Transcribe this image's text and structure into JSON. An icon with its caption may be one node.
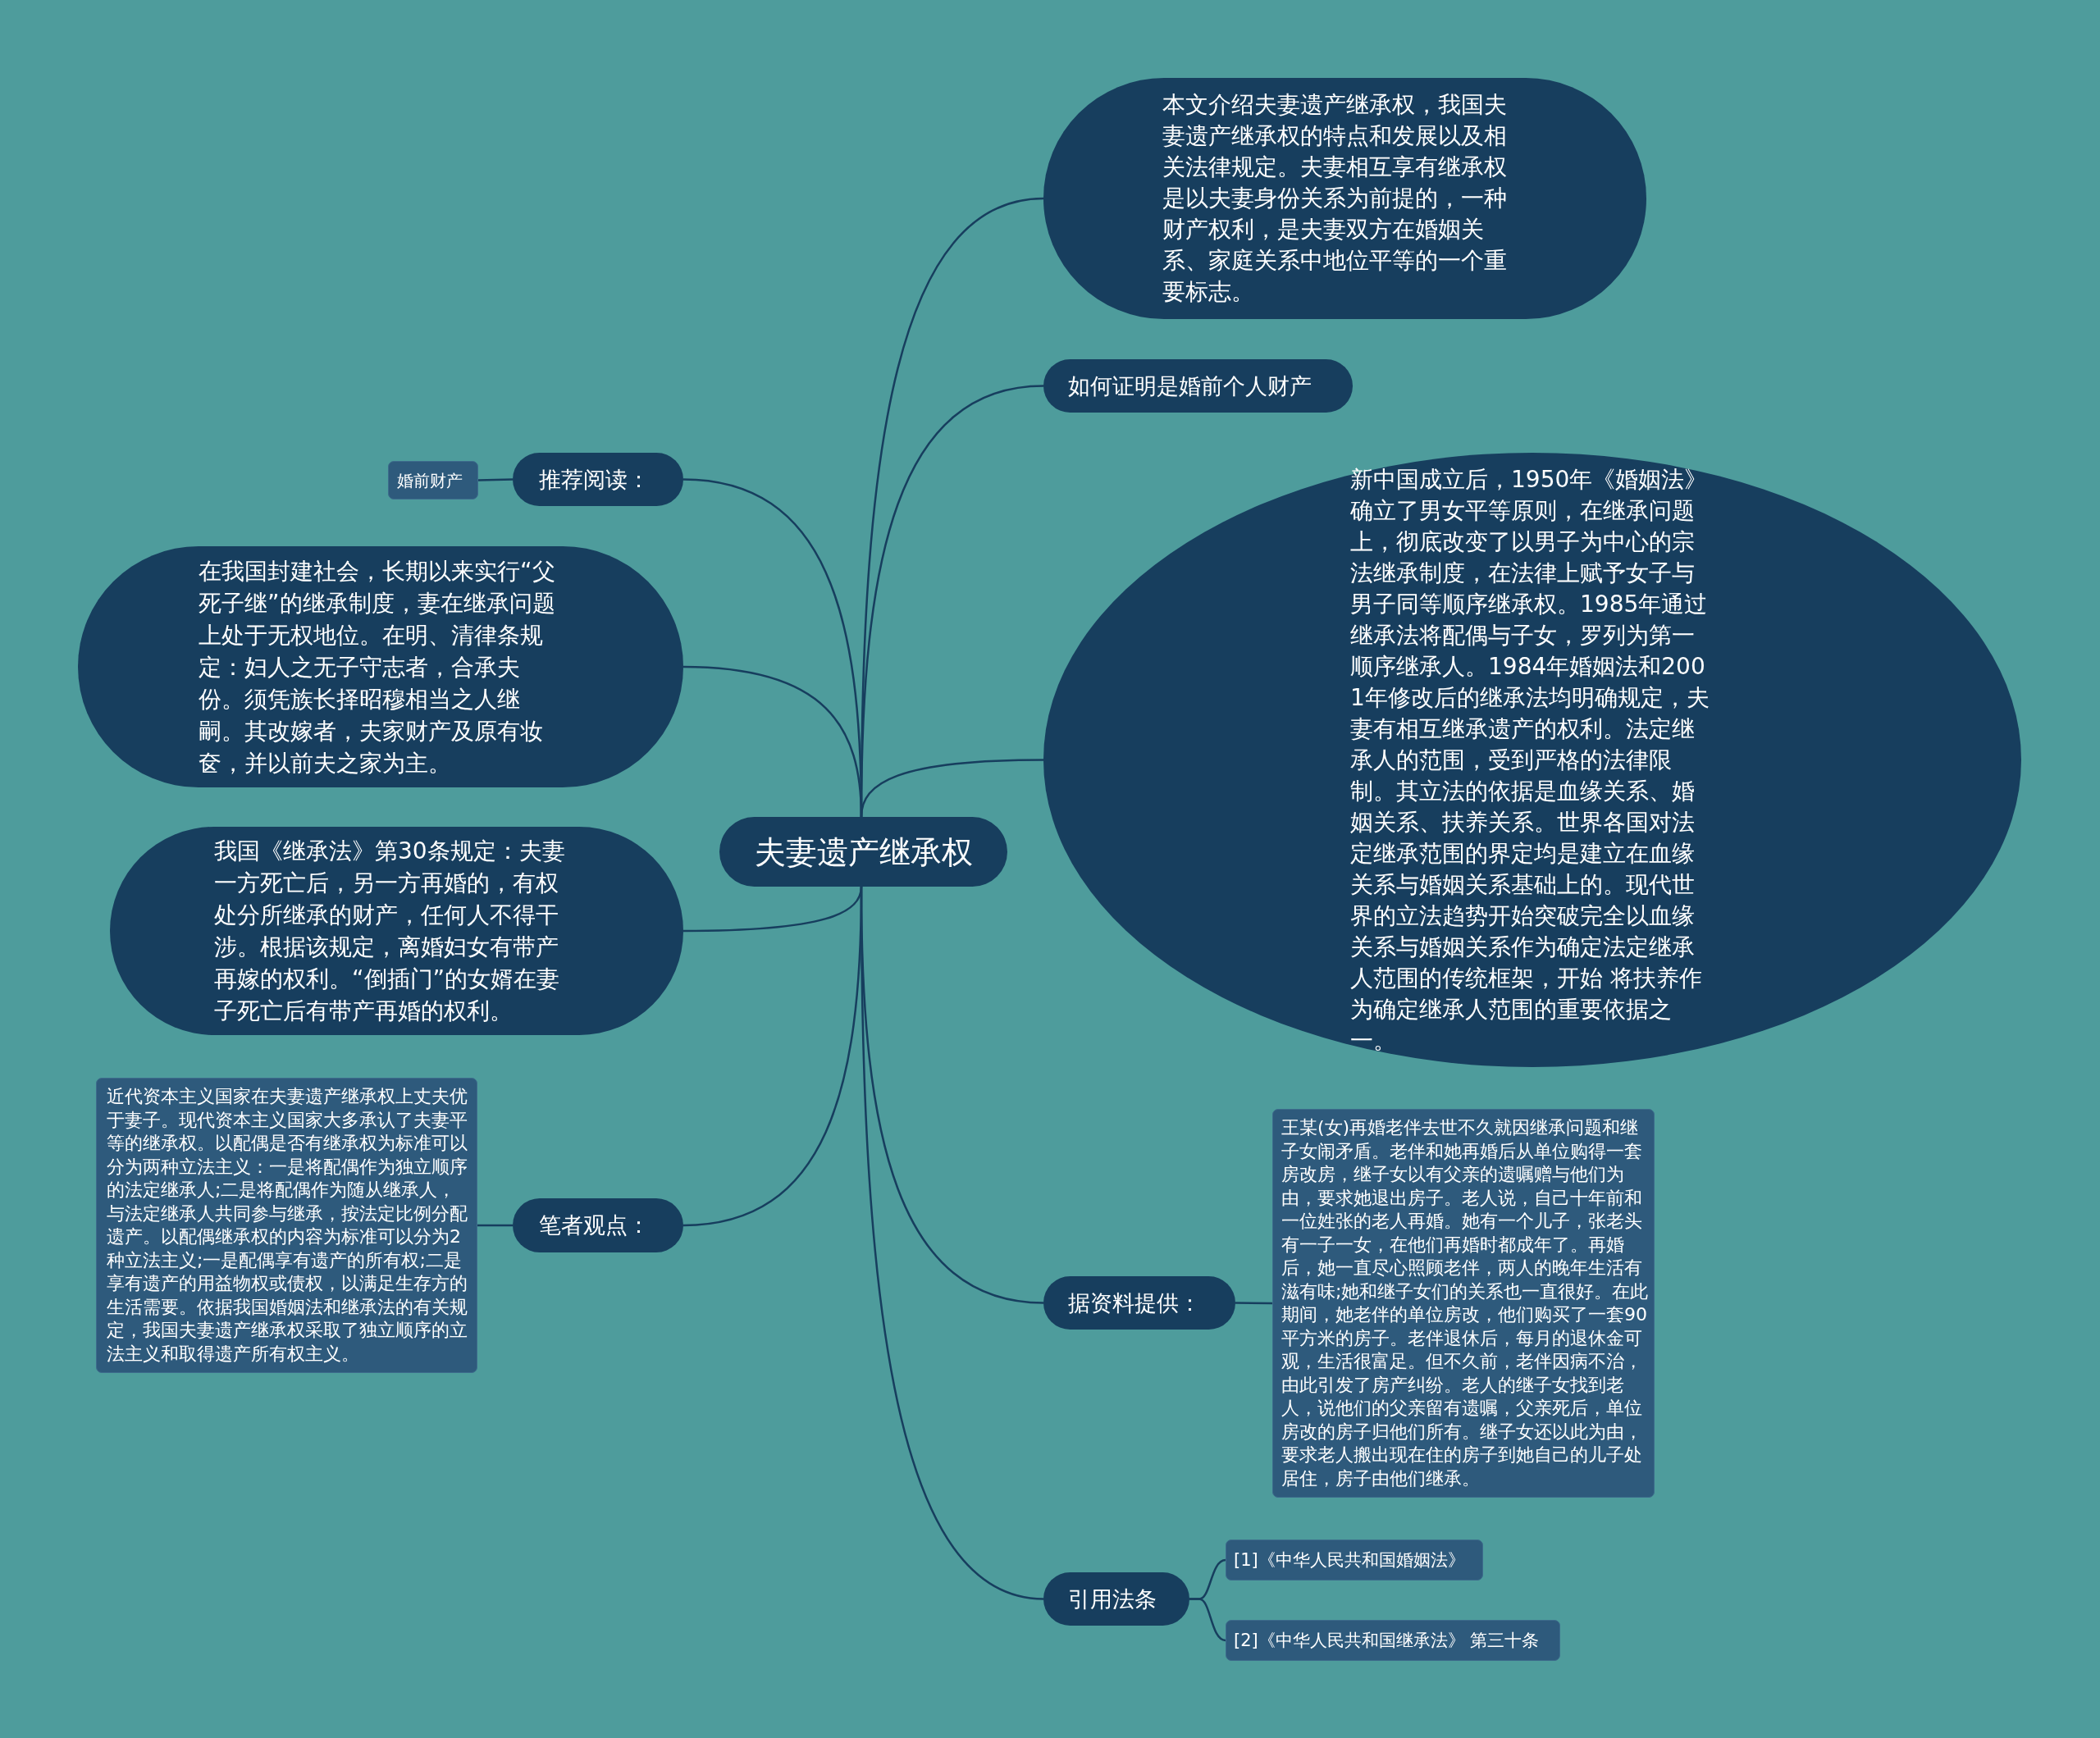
{
  "diagram": {
    "nodes": [
      {
        "text": [
          "夫妻遗产继承权"
        ]
      },
      {
        "text": [
          "本文介绍夫妻遗产继承权，我国夫妻遗产继承权的特点和发展以及相关法律规定。夫妻相互享有继承权是以夫妻身份关系为前提的，一种财产权利，是夫妻双方在婚姻关系、家庭关系中地位平等的一个重要标志。"
        ]
      },
      {
        "text": [
          "如何证明是婚前个人财产"
        ]
      },
      {
        "text": [
          "新中国成立后，1950年《婚姻法》确立了男女平等原则，在继承问题上，彻底改变了以男子为中心的宗法继承制度，在法律上赋予女子与男子同等顺序继承权。1985年通过继承法将配偶与子女，罗列为第一顺序继承人。1984年婚姻法和2001年修改后的继承法均明确规定，夫妻有相互继承遗产的权利。法定继承人的范围，受到严格的法律限制。其立法的依据是血缘关系、婚姻关系、扶养关系。世界各国对法定继承范围的界定均是建立在血缘关系与婚姻关系基础上的。现代世界的立法趋势开始突破完全以血缘关系与婚姻关系作为确定法定继承人范围的传统框架，开始 将扶养作为确定继承人范围的重要依据之一。"
        ]
      },
      {
        "text": [
          "推荐阅读："
        ]
      },
      {
        "text": [
          "婚前财产"
        ]
      },
      {
        "text": [
          "在我国封建社会，长期以来实行“父死子继”的继承制度，妻在继承问题上处于无权地位。在明、清律条规定：妇人之无子守志者，合承夫份。须凭族长择昭穆相当之人继嗣。其改嫁者，夫家财产及原有妆奁，并以前夫之家为主。"
        ]
      },
      {
        "text": [
          "我国《继承法》第30条规定：夫妻一方死亡后，另一方再婚的，有权处分所继承的财产，任何人不得干涉。根据该规定，离婚妇女有带产再嫁的权利。“倒插门”的女婿在妻子死亡后有带产再婚的权利。"
        ]
      },
      {
        "text": [
          "笔者观点："
        ]
      },
      {
        "text": [
          "近代资本主义国家在夫妻遗产继承权上丈夫优于妻子。现代资本主义国家大多承认了夫妻平等的继承权。以配偶是否有继承权为标准可以分为两种立法主义：一是将配偶作为独立顺序的法定继承人;二是将配偶作为随从继承人，与法定继承人共同参与继承，按法定比例分配遗产。以配偶继承权的内容为标准可以分为2种立法主义;一是配偶享有遗产的所有权;二是享有遗产的用益物权或债权，以满足生存方的生活需要。依据我国婚姻法和继承法的有关规定，我国夫妻遗产继承权采取了独立顺序的立法主义和取得遗产所有权主义。"
        ]
      },
      {
        "text": [
          "据资料提供："
        ]
      },
      {
        "text": [
          "王某(女)再婚老伴去世不久就因继承问题和继子女闹矛盾。老伴和她再婚后从单位购得一套房改房，继子女以有父亲的遗嘱赠与他们为由，要求她退出房子。老人说，自己十年前和一位姓张的老人再婚。她有一个儿子，张老头有一子一女，在他们再婚时都成年了。再婚后，她一直尽心照顾老伴，两人的晚年生活有滋有味;她和继子女们的关系也一直很好。在此期间，她老伴的单位房改，他们购买了一套90平方米的房子。老伴退休后，每月的退休金可观，生活很富足。但不久前，老伴因病不治，由此引发了房产纠纷。老人的继子女找到老人，说他们的父亲留有遗嘱，父亲死后，单位房改的房子归他们所有。继子女还以此为由，要求老人搬出现在住的房子到她自己的儿子处居住，房子由他们继承。"
        ]
      },
      {
        "text": [
          "引用法条"
        ]
      },
      {
        "text": [
          "[1]《中华人民共和国婚姻法》"
        ]
      },
      {
        "text": [
          "[2]《中华人民共和国继承法》 第三十条"
        ]
      }
    ],
    "edges": [
      {
        "from": 0,
        "to": 1,
        "arrow": "none"
      },
      {
        "from": 0,
        "to": 2,
        "arrow": "none"
      },
      {
        "from": 0,
        "to": 3,
        "arrow": "none"
      },
      {
        "from": 0,
        "to": 4,
        "arrow": "none"
      },
      {
        "from": 4,
        "to": 5,
        "arrow": "none"
      },
      {
        "from": 0,
        "to": 6,
        "arrow": "none"
      },
      {
        "from": 0,
        "to": 7,
        "arrow": "none"
      },
      {
        "from": 0,
        "to": 8,
        "arrow": "none"
      },
      {
        "from": 8,
        "to": 9,
        "arrow": "none"
      },
      {
        "from": 0,
        "to": 10,
        "arrow": "none"
      },
      {
        "from": 10,
        "to": 11,
        "arrow": "none"
      },
      {
        "from": 0,
        "to": 12,
        "arrow": "none"
      },
      {
        "from": 12,
        "to": 13,
        "arrow": "none"
      },
      {
        "from": 12,
        "to": 14,
        "arrow": "none"
      }
    ]
  }
}
